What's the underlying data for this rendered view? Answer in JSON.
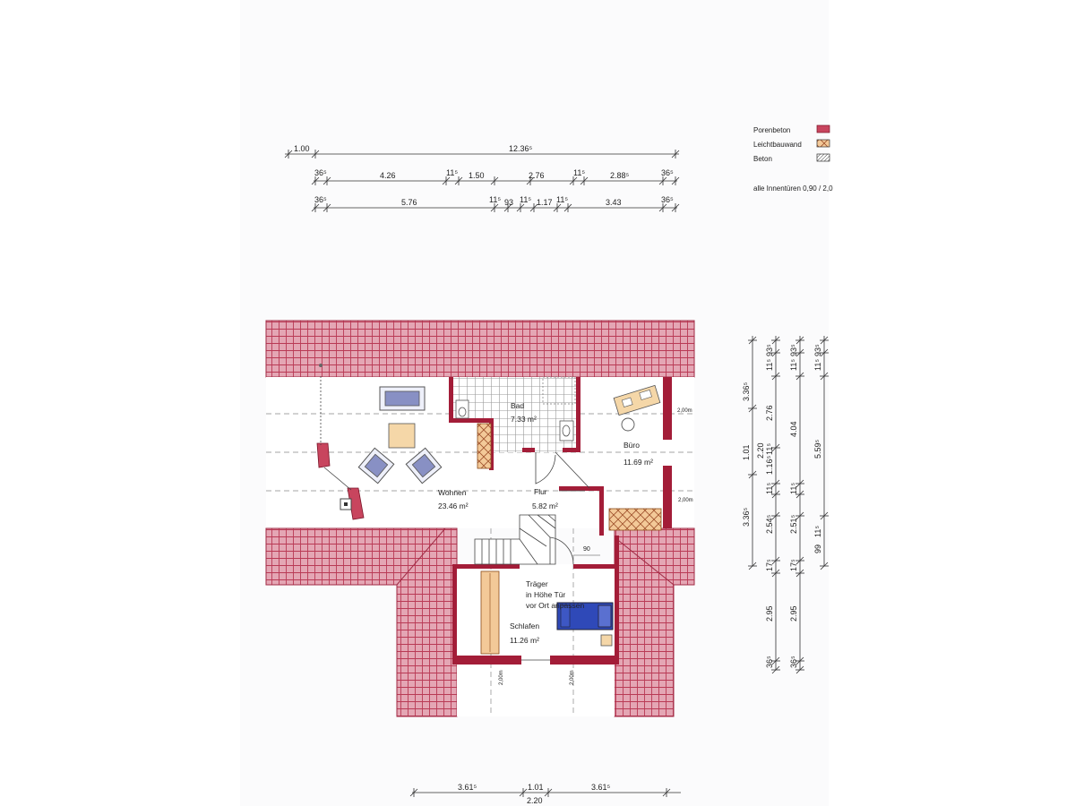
{
  "legend": {
    "items": [
      {
        "label": "Porenbeton",
        "swatch": "porenbeton"
      },
      {
        "label": "Leichtbauwand",
        "swatch": "leichtbau"
      },
      {
        "label": "Beton",
        "swatch": "beton"
      }
    ],
    "note": "alle Innentüren 0,90 / 2,0"
  },
  "top_dims": {
    "row1": [
      "1.00",
      "12.36⁵"
    ],
    "row2": [
      "36⁵",
      "4.26",
      "11⁵",
      "1.50",
      "2.76",
      "11⁵",
      "2.88⁵",
      "36⁵"
    ],
    "row3": [
      "36⁵",
      "5.76",
      "11⁵",
      "93",
      "11⁵",
      "1.17",
      "11⁵",
      "3.43",
      "36⁵"
    ]
  },
  "bottom_dims": {
    "row1": [
      "3.61⁵",
      "1.01",
      "3.61⁵"
    ],
    "row1_sub": "2.20"
  },
  "side_dims": {
    "col1": [
      "3.36⁵",
      "1.01",
      "3.36⁵"
    ],
    "col2": [
      "11⁵",
      "93⁵",
      "2.76",
      "2.20",
      "11⁵",
      "1.16⁵",
      "11⁵",
      "2.54⁵",
      "17⁵",
      "2.95",
      "36⁵"
    ],
    "col3": [
      "11⁵",
      "93⁵",
      "4.04",
      "11⁵",
      "2.51⁵",
      "17⁵",
      "2.95",
      "36⁵"
    ],
    "col4": [
      "11⁵",
      "93⁵",
      "5.59⁵",
      "99",
      "11⁵"
    ]
  },
  "rooms": [
    {
      "name": "Bad",
      "area": "7.33 m²"
    },
    {
      "name": "Büro",
      "area": "11.69 m²"
    },
    {
      "name": "Wohnen",
      "area": "23.46 m²"
    },
    {
      "name": "Flur",
      "area": "5.82 m²"
    },
    {
      "name": "Schlafen",
      "area": "11.26 m²"
    }
  ],
  "notes": {
    "traeger": [
      "Träger",
      "in Höhe Tür",
      "vor Ort anpassen"
    ],
    "h200": "2,00m",
    "door90": "90"
  },
  "colors": {
    "roof": "#e2a0b0",
    "roof_line": "#b8324c",
    "wall": "#a31d38",
    "furniture": "#8890c4",
    "table": "#f5d7a8",
    "bed": "#2f49b8"
  }
}
